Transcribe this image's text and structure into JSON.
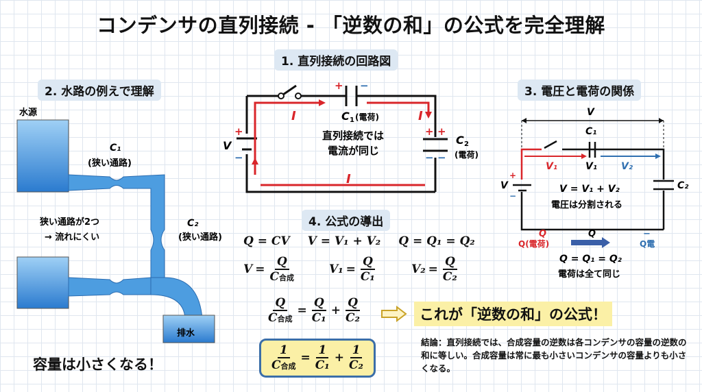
{
  "title": "コンデンサの直列接続 - 「逆数の和」の公式を完全理解",
  "sec1": {
    "heading": "1. 直列接続の回路図",
    "I": "I",
    "V": "V",
    "c1": "C",
    "c1sub": "1",
    "c1note": "(電荷)",
    "c2": "C",
    "c2sub": "2",
    "c2note": "(電荷)",
    "center1": "直列接続では",
    "center2": "電流が同じ",
    "plus": "+",
    "minus": "−"
  },
  "sec2": {
    "heading": "2. 水路の例えで理解",
    "source": "水源",
    "c1": "C₁",
    "c1note": "(狭い通路)",
    "c2": "C₂",
    "c2note": "(狭い通路)",
    "note1": "狭い通路が2つ",
    "note2": "→ 流れにくい",
    "drain": "排水",
    "conclusion": "容量は小さくなる！"
  },
  "sec3": {
    "heading": "3. 電圧と電荷の関係",
    "V": "V",
    "c1": "C₁",
    "c2": "C₂",
    "v1red": "V₁",
    "v1": "V₁",
    "v2": "V₂",
    "eq": "V = V₁ + V₂",
    "eqnote": "電圧は分割される",
    "qred": "Q",
    "qlabel": "Q(電荷)",
    "q": "Q",
    "qminus": "−",
    "qblue": "Q電",
    "qeq": "Q = Q₁ = Q₂",
    "qnote": "電荷は全て同じ",
    "plus": "+",
    "minus": "−"
  },
  "sec4": {
    "heading": "4. 公式の導出",
    "eq1": "Q = CV",
    "eq2": "V = V₁ + V₂",
    "eq3": "Q = Q₁ = Q₂",
    "V": "V",
    "Q": "Q",
    "C": "C",
    "goseki": "合成",
    "V1": "V₁",
    "V2": "V₂",
    "C1": "C₁",
    "C2": "C₂",
    "one": "1",
    "equals": "=",
    "plusop": "+"
  },
  "callout": "これが「逆数の和」の公式！",
  "conclusion": "結論：直列接続では、合成容量の逆数は各コンデンサの容量の逆数の和に等しい。合成容量は常に最も小さいコンデンサの容量よりも小さくなる。",
  "colors": {
    "red": "#d9252a",
    "blue": "#2f6fb0",
    "yellow": "#fbf0a6",
    "water": "#3d8fd8"
  }
}
